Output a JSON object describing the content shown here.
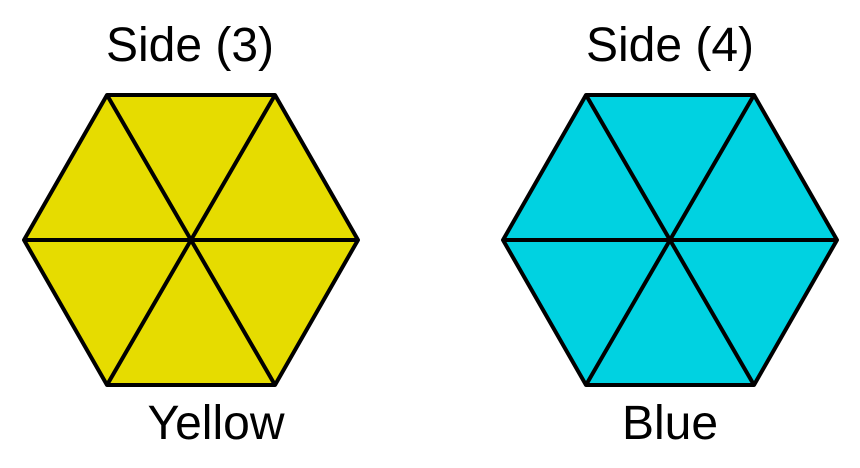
{
  "diagram": {
    "hexagons": [
      {
        "top_label": "Side (3)",
        "bottom_label": "Yellow",
        "fill": "#e6dc00"
      },
      {
        "top_label": "Side (4)",
        "bottom_label": "Blue",
        "fill": "#00d2e1"
      }
    ],
    "stroke_color": "#000000"
  }
}
